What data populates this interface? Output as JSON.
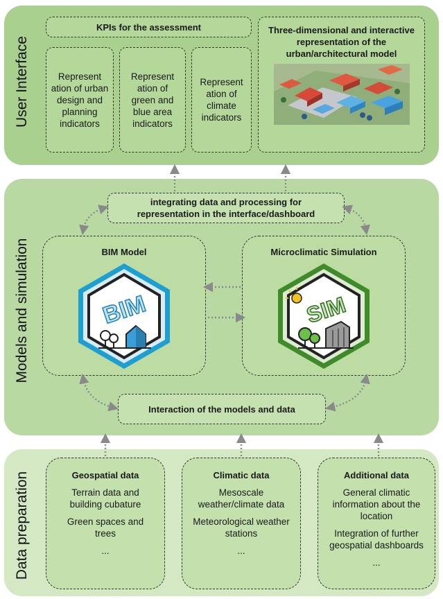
{
  "layers": {
    "user_interface": {
      "label": "User Interface"
    },
    "models": {
      "label": "Models and simulation"
    },
    "data_prep": {
      "label": "Data preparation"
    }
  },
  "ui": {
    "kpi_title": "KPIs for the assessment",
    "indicators": [
      "Represent ation of urban design and planning indicators",
      "Represent ation of green and blue area indicators",
      "Represent ation of climate indicators"
    ],
    "threed_title": "Three-dimensional and interactive representation of the urban/architectural model"
  },
  "models": {
    "integrating_title": "integrating data and processing for representation in the interface/dashboard",
    "bim_title": "BIM Model",
    "bim_logo": "BIM",
    "sim_title": "Microclimatic Simulation",
    "sim_logo": "SIM",
    "interaction_title": "Interaction of the models and data"
  },
  "data": {
    "geospatial": {
      "title": "Geospatial data",
      "items": [
        "Terrain data and building cubature",
        "Green spaces and trees",
        "..."
      ]
    },
    "climatic": {
      "title": "Climatic data",
      "items": [
        "Mesoscale weather/climate data",
        "Meteorological weather stations",
        "..."
      ]
    },
    "additional": {
      "title": "Additional data",
      "items": [
        "General climatic information about the location",
        "Integration of further geospatial dashboards",
        "..."
      ]
    }
  },
  "colors": {
    "bim_accent": "#1e9fd1",
    "sim_accent": "#3f8b2a",
    "arrow": "#8a8a8a"
  }
}
